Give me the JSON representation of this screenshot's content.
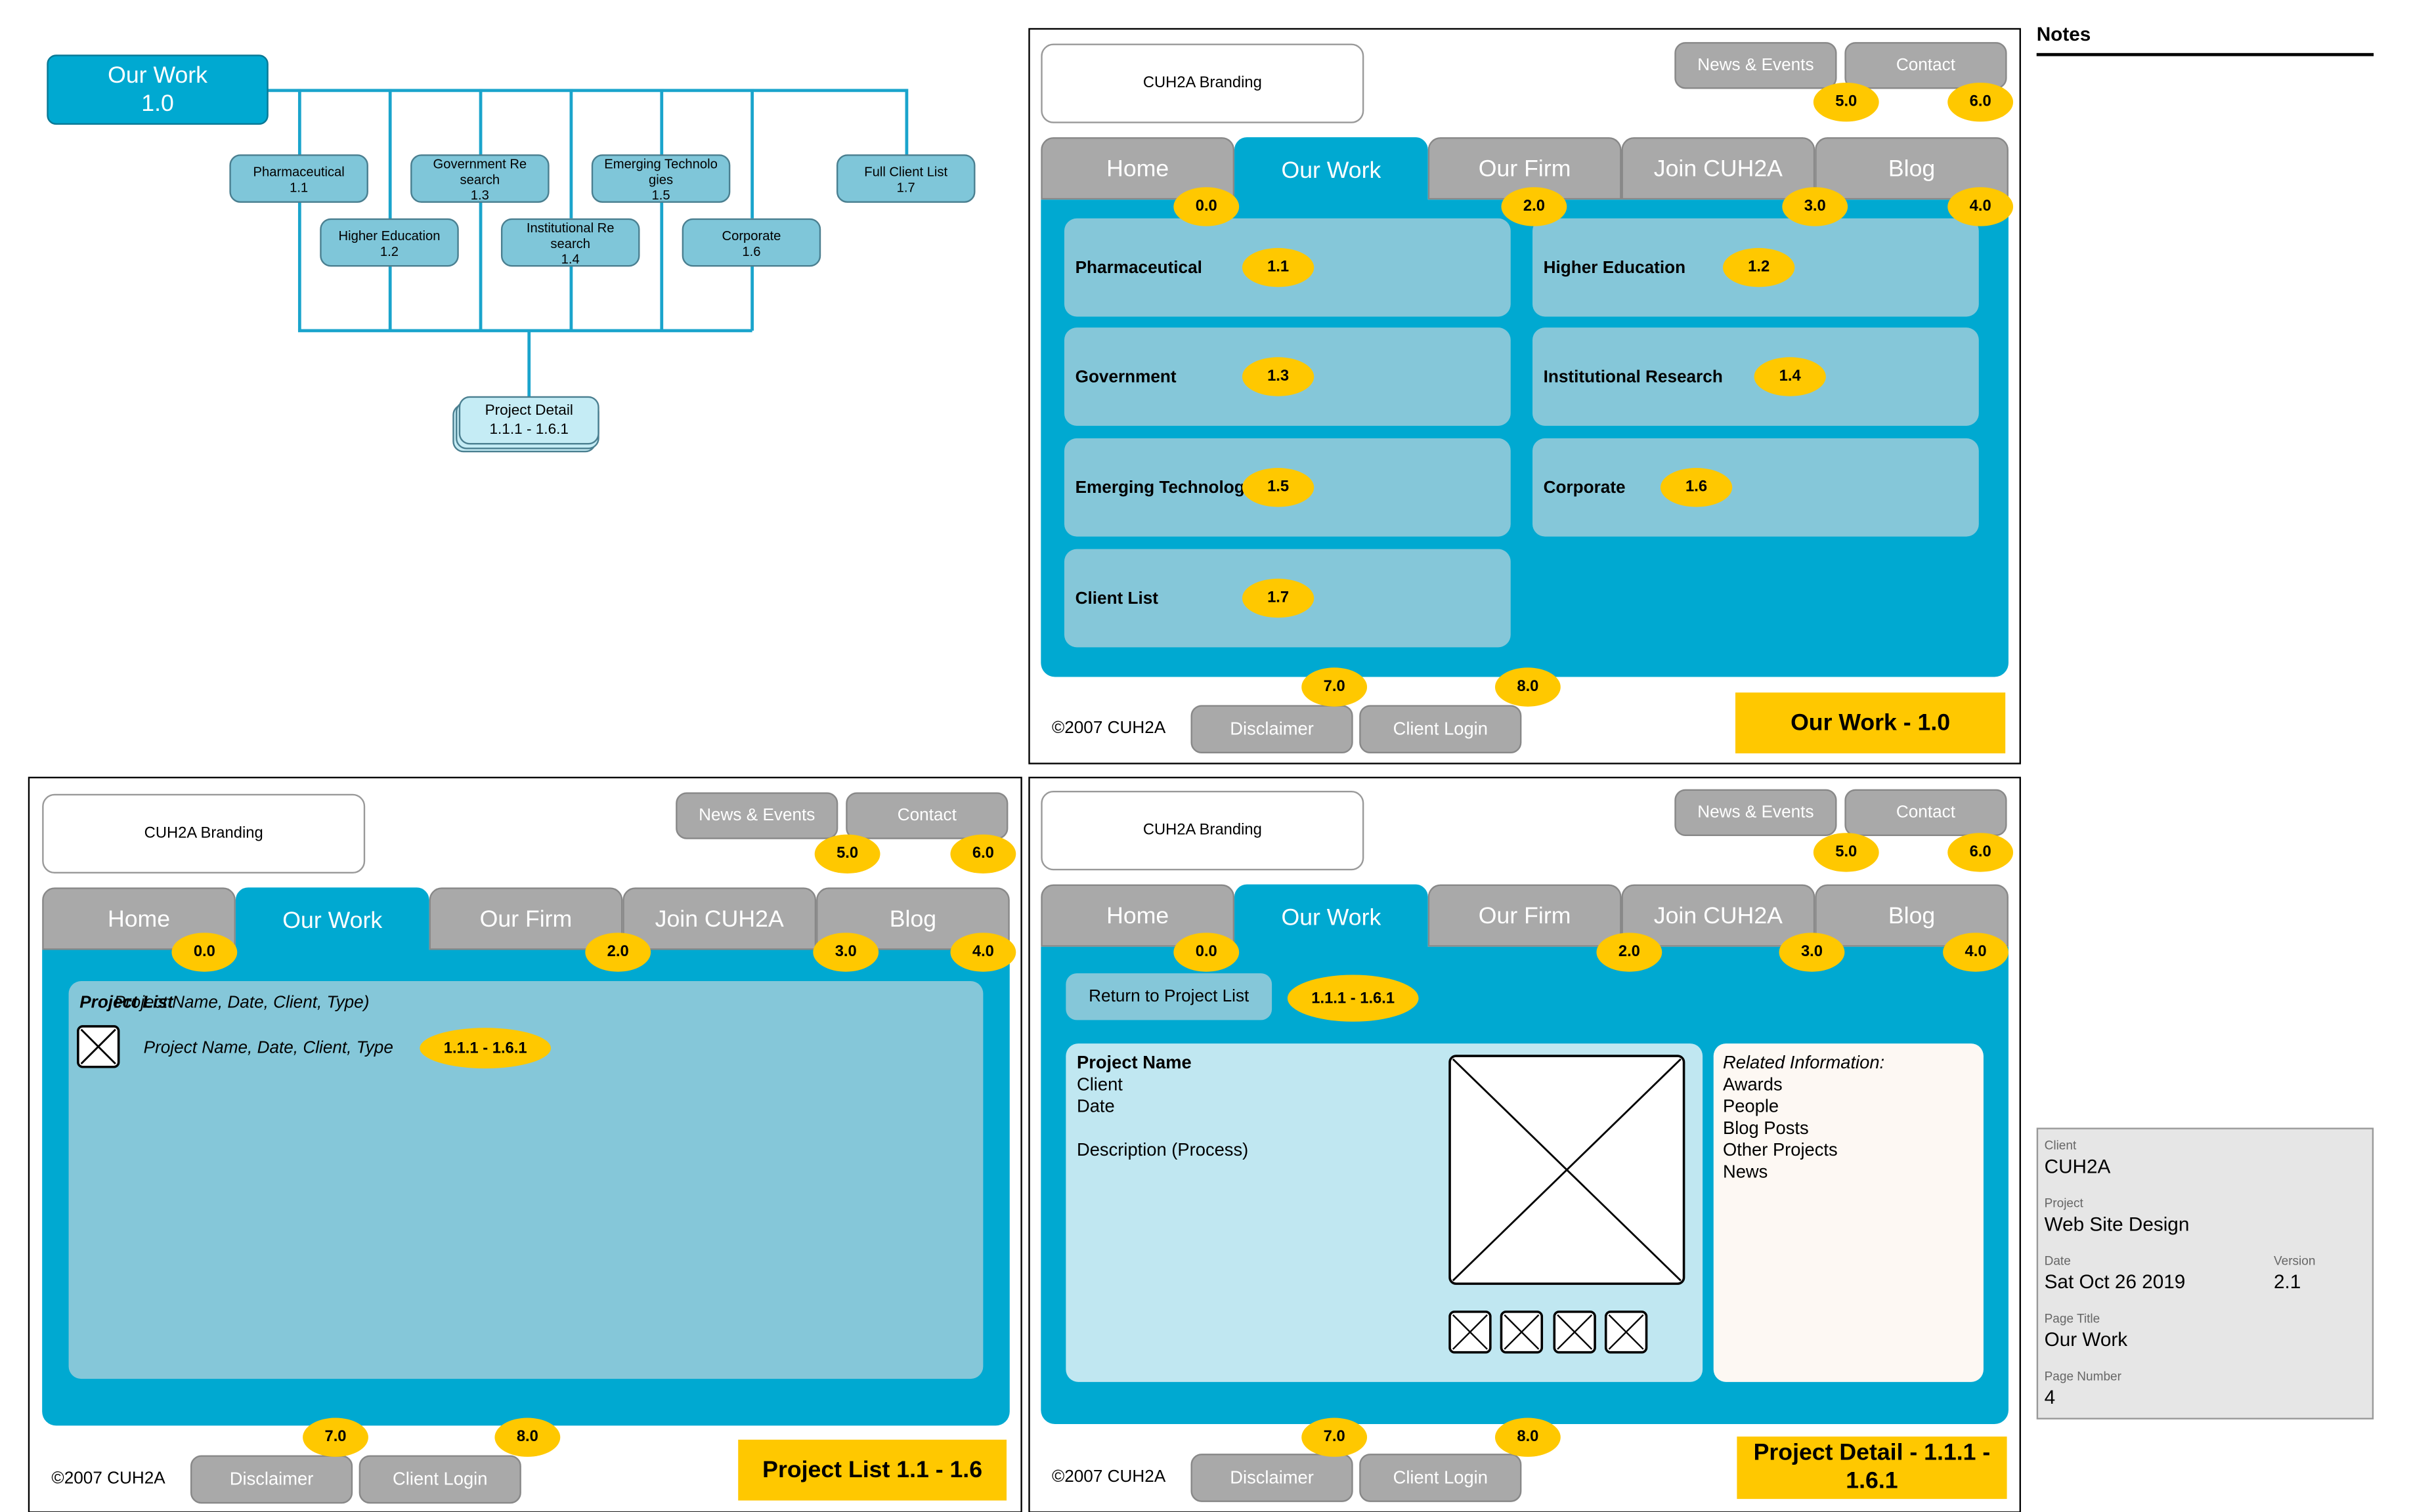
{
  "sitemap": {
    "root": "Our Work\n1.0",
    "nodes": {
      "pharma": "Pharmaceutical\n1.1",
      "gov": "Government Re\nsearch\n1.3",
      "emerging": "Emerging Technolo\ngies\n1.5",
      "client": "Full Client List\n1.7",
      "higher": "Higher Education\n1.2",
      "inst": "Institutional Re\nsearch\n1.4",
      "corp": "Corporate\n1.6",
      "detail": "Project Detail\n1.1.1 - 1.6.1"
    }
  },
  "common": {
    "branding": "CUH2A Branding",
    "news": "News & Events",
    "contact": "Contact",
    "tabs": [
      "Home",
      "Our Work",
      "Our Firm",
      "Join CUH2A",
      "Blog"
    ],
    "tab_flags": [
      "0.0",
      "2.0",
      "3.0",
      "4.0"
    ],
    "news_flag": "5.0",
    "contact_flag": "6.0",
    "copyright": "©2007 CUH2A",
    "disclaimer": "Disclaimer",
    "client_login": "Client Login",
    "disclaimer_flag": "7.0",
    "login_flag": "8.0"
  },
  "our_work": {
    "cards": [
      {
        "label": "Pharmaceutical",
        "flag": "1.1"
      },
      {
        "label": "Higher Education",
        "flag": "1.2"
      },
      {
        "label": "Government",
        "flag": "1.3"
      },
      {
        "label": "Institutional Research",
        "flag": "1.4"
      },
      {
        "label": "Emerging Technolog",
        "flag": "1.5"
      },
      {
        "label": "Corporate",
        "flag": "1.6"
      },
      {
        "label": "Client List",
        "flag": "1.7"
      }
    ],
    "title": "Our Work - 1.0"
  },
  "project_list": {
    "header_a": "Project List",
    "header_b": "Project Name, Date, Client, Type)",
    "row_text": "Project Name, Date, Client, Type",
    "row_flag": "1.1.1 - 1.6.1",
    "title": "Project List 1.1 - 1.6"
  },
  "project_detail": {
    "return_label": "Return to Project List",
    "return_flag": "1.1.1 - 1.6.1",
    "project_name": "Project Name",
    "lines": [
      "Client",
      "Date",
      "",
      "Description (Process)"
    ],
    "related_title": "Related Information:",
    "related": [
      "Awards",
      "People",
      "Blog Posts",
      "Other Projects",
      "News"
    ],
    "title": "Project Detail - 1.1.1 - 1.6.1"
  },
  "notes": {
    "heading": "Notes",
    "client_label": "Client",
    "client": "CUH2A",
    "project_label": "Project",
    "project": "Web Site Design",
    "date_label": "Date",
    "date": "Sat Oct 26 2019",
    "version_label": "Version",
    "version": "2.1",
    "page_title_label": "Page Title",
    "page_title": "Our Work",
    "page_number_label": "Page Number",
    "page_number": "4"
  },
  "colors": {
    "accent": "#00a9d1",
    "card": "#85c7d9",
    "flag": "#ffc800",
    "button": "#a9a9a9"
  }
}
